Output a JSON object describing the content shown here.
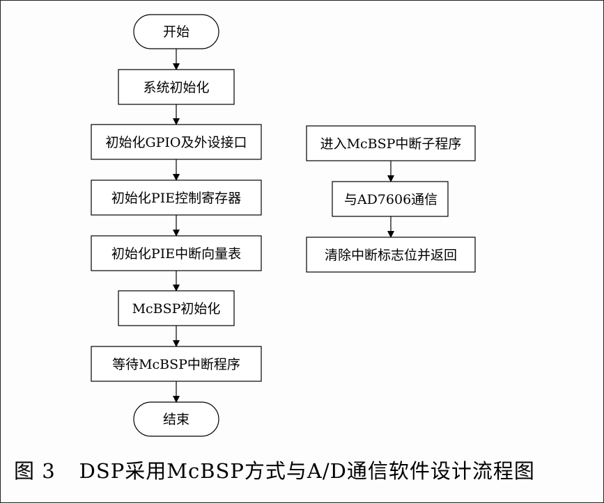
{
  "left_flow": {
    "start": "开始",
    "steps": [
      "系统初始化",
      "初始化GPIO及外设接口",
      "初始化PIE控制寄存器",
      "初始化PIE中断向量表",
      "McBSP初始化",
      "等待McBSP中断程序"
    ],
    "end": "结束"
  },
  "right_flow": {
    "steps": [
      "进入McBSP中断子程序",
      "与AD7606通信",
      "清除中断标志位并返回"
    ]
  },
  "caption": {
    "number": "图 3",
    "text": "DSP采用McBSP方式与A/D通信软件设计流程图"
  }
}
